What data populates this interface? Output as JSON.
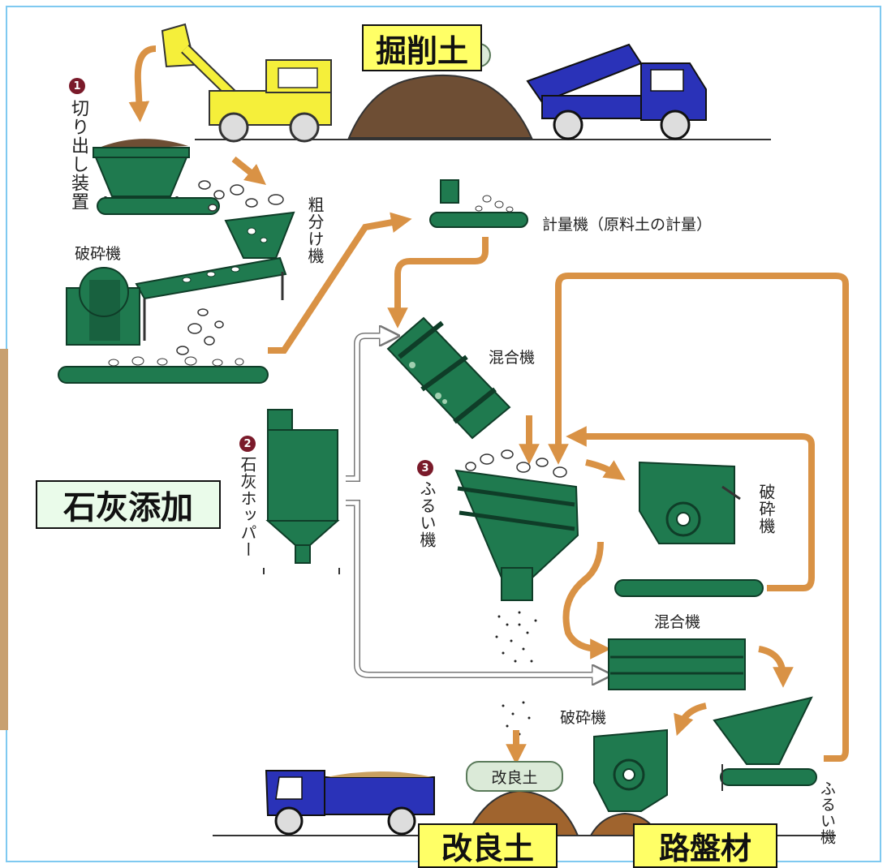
{
  "labels": {
    "excavated_soil": "掘削土",
    "lime_addition": "石灰添加",
    "improved_soil_big": "改良土",
    "roadbed_material": "路盤材",
    "improved_soil_pill": "改良土",
    "cutting_device": "切り出し装置",
    "crusher_1": "破砕機",
    "rough_sorter": "粗分け機",
    "weigher": "計量機（原料土の計量）",
    "mixer_1": "混合機",
    "lime_hopper": "石灰ホッパー",
    "screen_1": "ふるい機",
    "crusher_2": "破砕機",
    "mixer_2": "混合機",
    "crusher_3": "破砕機",
    "screen_2": "ふるい機"
  },
  "badges": {
    "b1": "1",
    "b2": "2",
    "b3": "3"
  },
  "colors": {
    "machine_green": "#1f7a4f",
    "machine_dark": "#0f3d28",
    "arrow_orange": "#d99245",
    "soil_brown": "#7a5a3e",
    "truck_blue": "#2a32b8",
    "loader_yellow": "#f5ef3a",
    "label_yellow": "#ffff66",
    "label_mint": "#eafbea",
    "badge_maroon": "#7a1a2a"
  },
  "icons": [
    "wheel-loader-icon",
    "dump-truck-icon",
    "soil-pile-icon",
    "conveyor-icon",
    "crusher-icon",
    "sorter-icon",
    "hopper-icon",
    "mixer-icon",
    "screen-icon",
    "flow-arrow-icon"
  ]
}
